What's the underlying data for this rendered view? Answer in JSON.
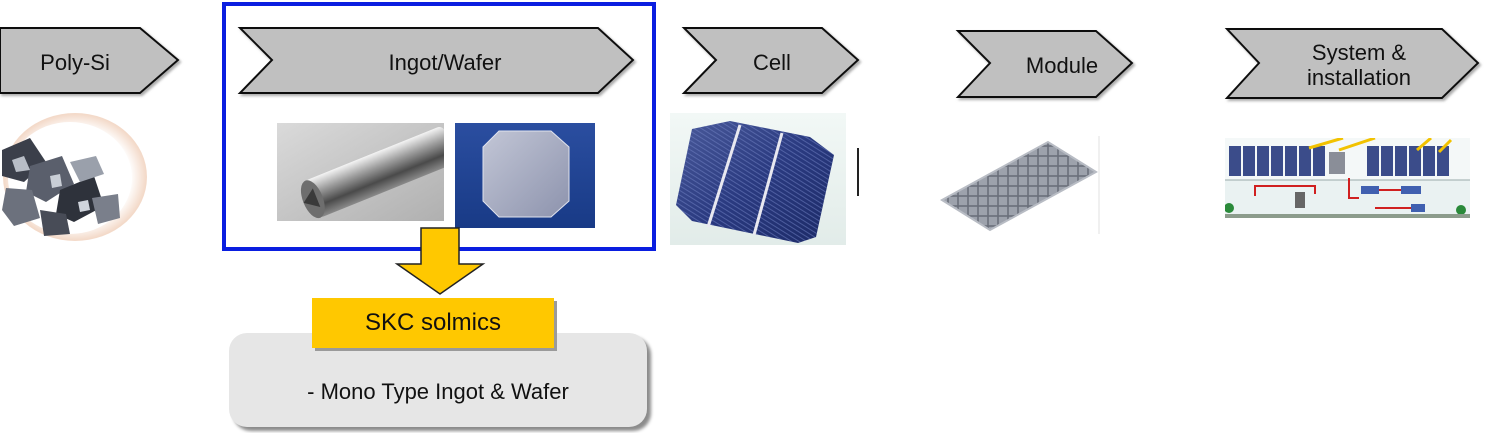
{
  "stages": [
    {
      "id": "poly-si",
      "label": "Poly-Si"
    },
    {
      "id": "ingot-wafer",
      "label": "Ingot/Wafer"
    },
    {
      "id": "cell",
      "label": "Cell"
    },
    {
      "id": "module",
      "label": "Module"
    },
    {
      "id": "system",
      "label_line1": "System &",
      "label_line2": "installation"
    }
  ],
  "highlight": {
    "stage": "Ingot/Wafer",
    "company": "SKC solmics",
    "detail": "- Mono Type Ingot & Wafer"
  },
  "colors": {
    "arrow_fill": "#c0c0c0",
    "highlight_border": "#0a1ee0",
    "company_tag": "#ffc800",
    "down_arrow": "#ffc800",
    "info_panel": "#e6e6e6"
  },
  "icons": [
    "polysilicon-chunks-image",
    "ingot-image",
    "wafer-image",
    "solar-cell-image",
    "solar-module-image",
    "pv-system-diagram-image"
  ]
}
